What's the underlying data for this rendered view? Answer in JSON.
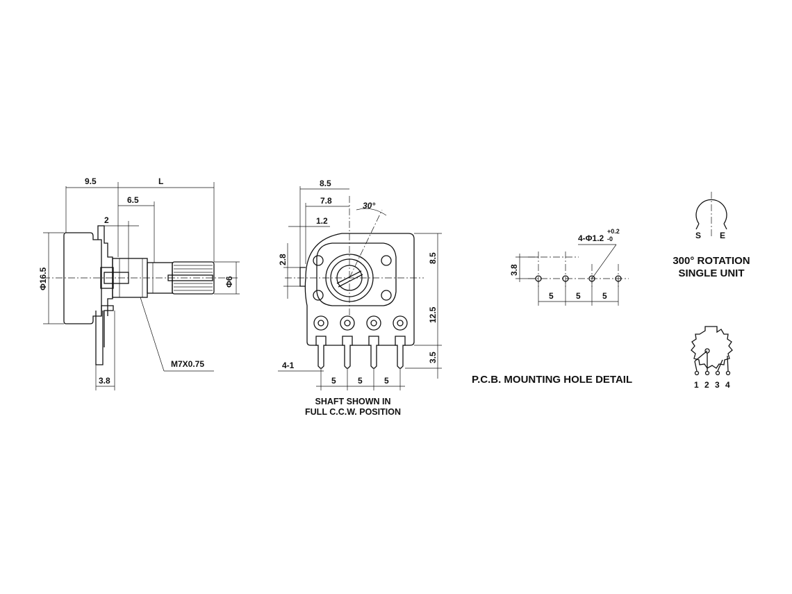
{
  "side_view": {
    "dim_9_5": "9.5",
    "dim_L": "L",
    "dim_6_5": "6.5",
    "dim_2": "2",
    "dim_phi16_5": "Φ16.5",
    "dim_phi6": "Φ6",
    "dim_3_8": "3.8",
    "thread_label": "M7X0.75"
  },
  "front_view": {
    "dim_8_5_top": "8.5",
    "dim_7_8": "7.8",
    "dim_1_2": "1.2",
    "angle": "30°",
    "dim_2_8": "2.8",
    "dim_8_5_right": "8.5",
    "dim_12_5": "12.5",
    "dim_3_5": "3.5",
    "dim_4_1": "4-1",
    "pitch": [
      "5",
      "5",
      "5"
    ],
    "caption_line1": "SHAFT SHOWN IN",
    "caption_line2": "FULL C.C.W. POSITION"
  },
  "pcb_detail": {
    "hole_label": "4-Φ1.2",
    "tol_plus": "+0.2",
    "tol_minus": "-0",
    "dim_3_8": "3.8",
    "pitch": [
      "5",
      "5",
      "5"
    ],
    "caption": "P.C.B. MOUNTING HOLE DETAIL"
  },
  "rotation": {
    "label_s": "S",
    "label_e": "E",
    "caption_line1": "300° ROTATION",
    "caption_line2": "SINGLE UNIT"
  },
  "circuit": {
    "pins": [
      "1",
      "2",
      "3",
      "4"
    ]
  }
}
